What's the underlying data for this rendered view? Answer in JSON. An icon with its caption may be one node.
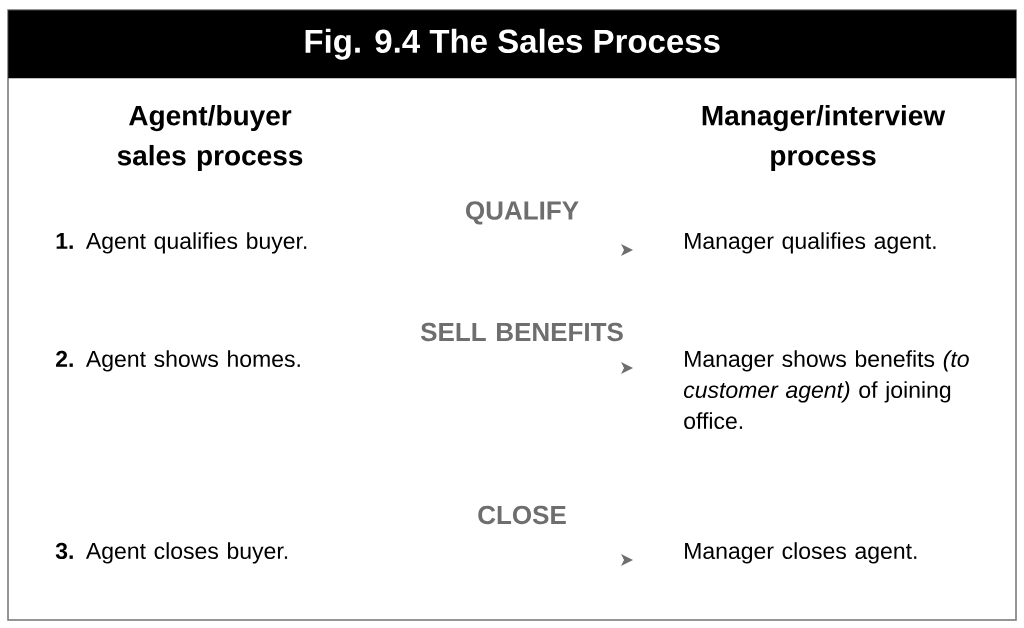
{
  "diagram": {
    "title": "Fig. 9.4 The Sales Process",
    "nodes": [
      {
        "text": [
          "**1.** Agent qualifies buyer."
        ]
      },
      {
        "text": [
          "Manager qualifies agent."
        ]
      },
      {
        "text": [
          "**2.** Agent shows homes."
        ]
      },
      {
        "text": [
          "Manager shows benefits *(to customer agent)* of joining office."
        ]
      },
      {
        "text": [
          "**3.** Agent closes buyer."
        ]
      },
      {
        "text": [
          "Manager closes agent."
        ]
      }
    ],
    "labels": [
      "Agent/buyer sales process",
      "Manager/interview process",
      "QUALIFY",
      "SELL BENEFITS",
      "CLOSE"
    ]
  }
}
